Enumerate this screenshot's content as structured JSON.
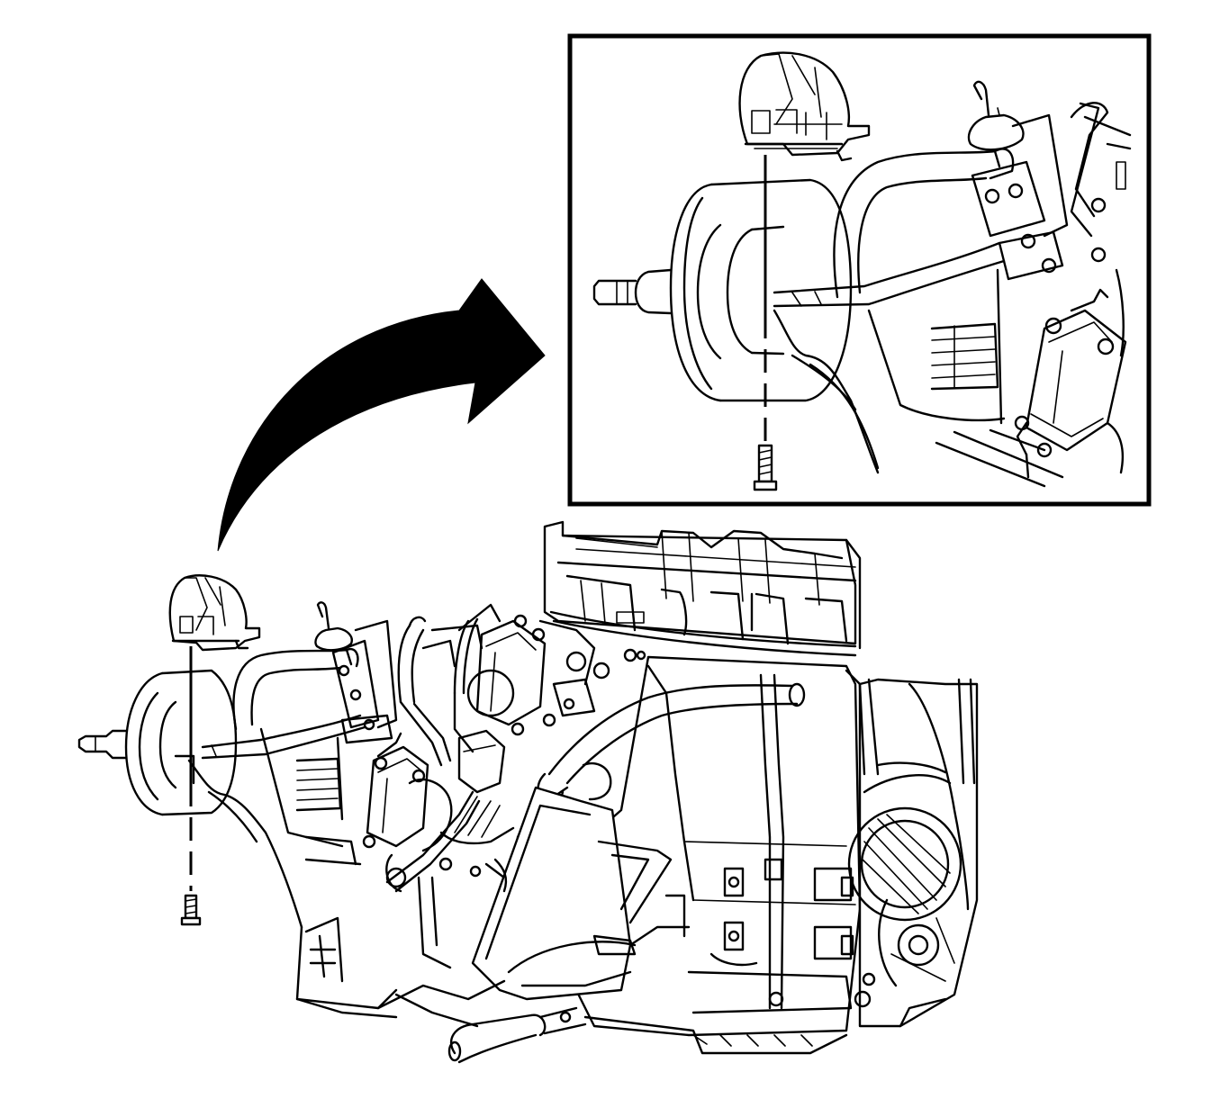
{
  "figure": {
    "subject": "hvac-module-assembly",
    "callout_part": "actuator-bracket",
    "fastener": "screw",
    "colors": {
      "line": "#000000",
      "background": "#ffffff",
      "arrow": "#000000"
    },
    "icons": [
      "curved-arrow-icon",
      "screw-icon"
    ]
  }
}
